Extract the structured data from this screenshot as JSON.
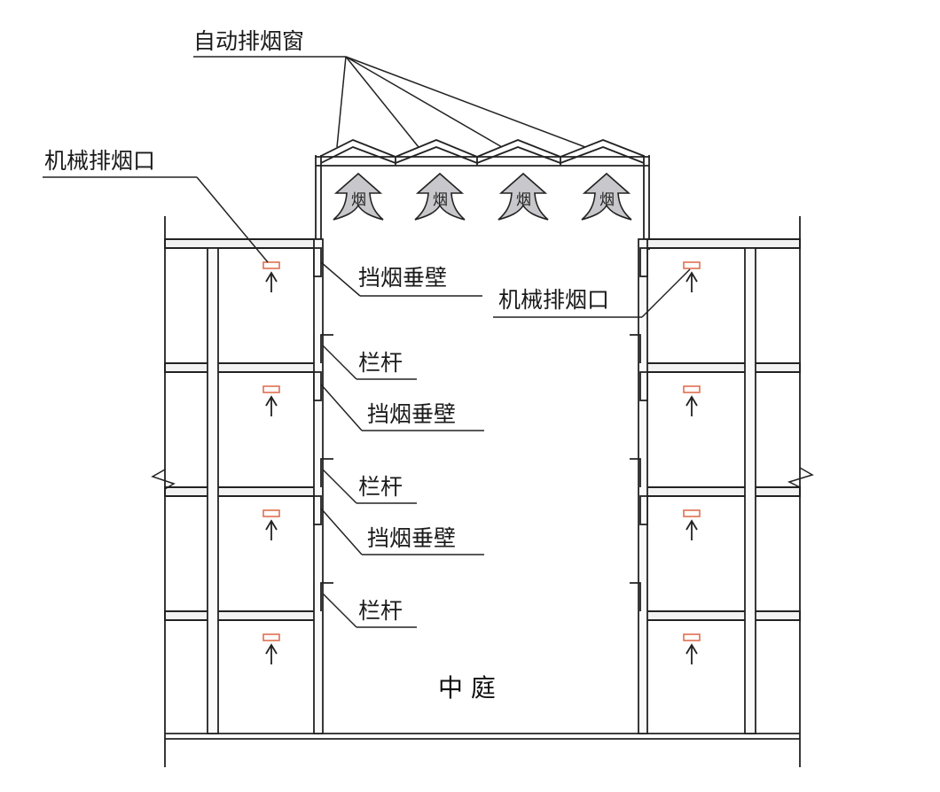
{
  "labels": {
    "auto_smoke_window": "自动排烟窗",
    "mech_exhaust_left": "机械排烟口",
    "mech_exhaust_right": "机械排烟口",
    "smoke_curtain": "挡烟垂壁",
    "railing": "栏杆",
    "atrium": "中 庭",
    "smoke_symbol": "烟"
  },
  "colors": {
    "line": "#222222",
    "slab_fill": "#f2f2f2",
    "vent_outline": "#e07050",
    "smoke_fill": "#c8c8cc"
  },
  "structure": {
    "floors": 4,
    "smoke_windows": 4
  }
}
